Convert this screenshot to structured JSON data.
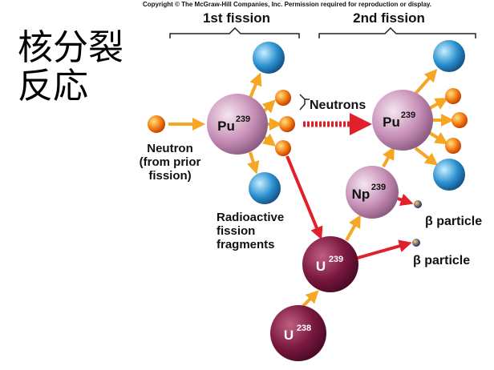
{
  "copyright": "Copyright © The McGraw-Hill Companies, Inc. Permission required for reproduction or display.",
  "title_line1": "核分裂",
  "title_line2": "反応",
  "stage1_label": "1st fission",
  "stage2_label": "2nd fission",
  "neutrons_label": "Neutrons",
  "neutron_label": [
    "Neutron",
    "(from prior",
    "fission)"
  ],
  "fragments_label": [
    "Radioactive",
    "fission",
    "fragments"
  ],
  "nuclei": {
    "pu": {
      "sym": "Pu",
      "mass": "239"
    },
    "np": {
      "sym": "Np",
      "mass": "239"
    },
    "u239": {
      "sym": "U",
      "mass": "239"
    },
    "u238": {
      "sym": "U",
      "mass": "238"
    }
  },
  "beta_label": "β particle",
  "colors": {
    "arrow": "#f5a623",
    "red_arrow": "#e0202a",
    "pu": "#c890b8",
    "u": "#8a1f4a",
    "neutron": "#f07a10",
    "fragment": "#2a8fd0"
  }
}
